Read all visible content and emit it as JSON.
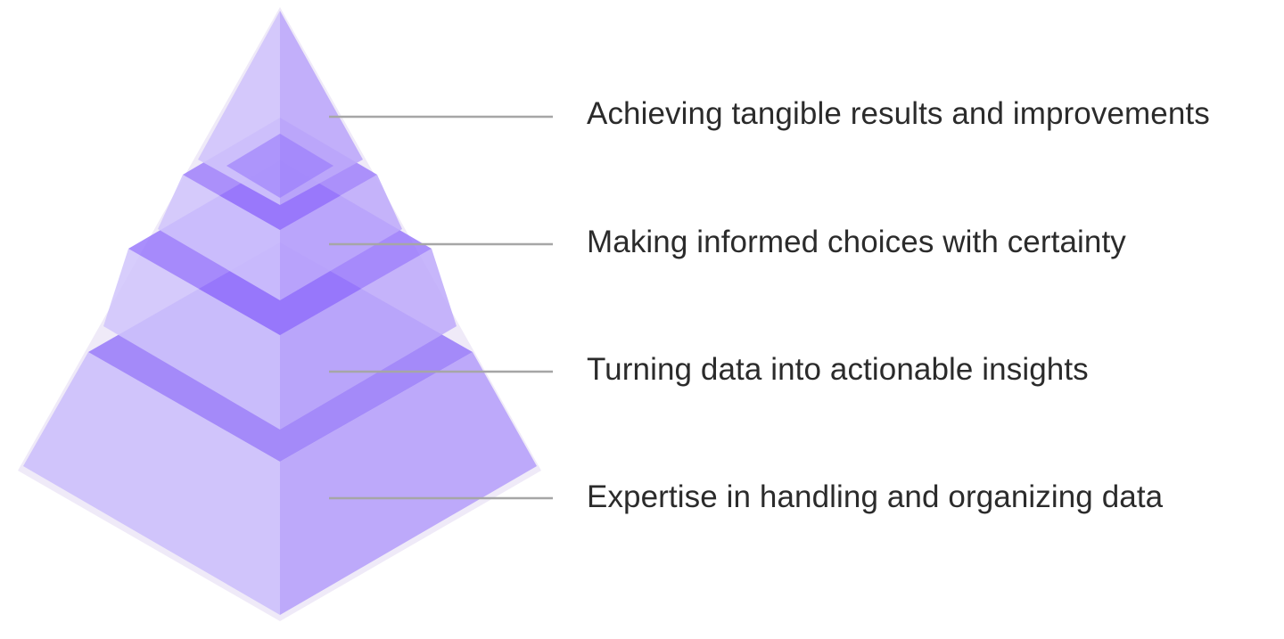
{
  "colors": {
    "face_light": "#d0c4fb",
    "face_mid": "#bda9fa",
    "face_dark": "#a48af9",
    "face_deep": "#9472fb",
    "leader_line": "#a6a6a6",
    "label_text": "#2b2b2b"
  },
  "levels": [
    {
      "label": "Achieving tangible results and improvements"
    },
    {
      "label": "Making informed choices with certainty"
    },
    {
      "label": "Turning data into actionable insights"
    },
    {
      "label": "Expertise in handling and organizing data"
    }
  ]
}
